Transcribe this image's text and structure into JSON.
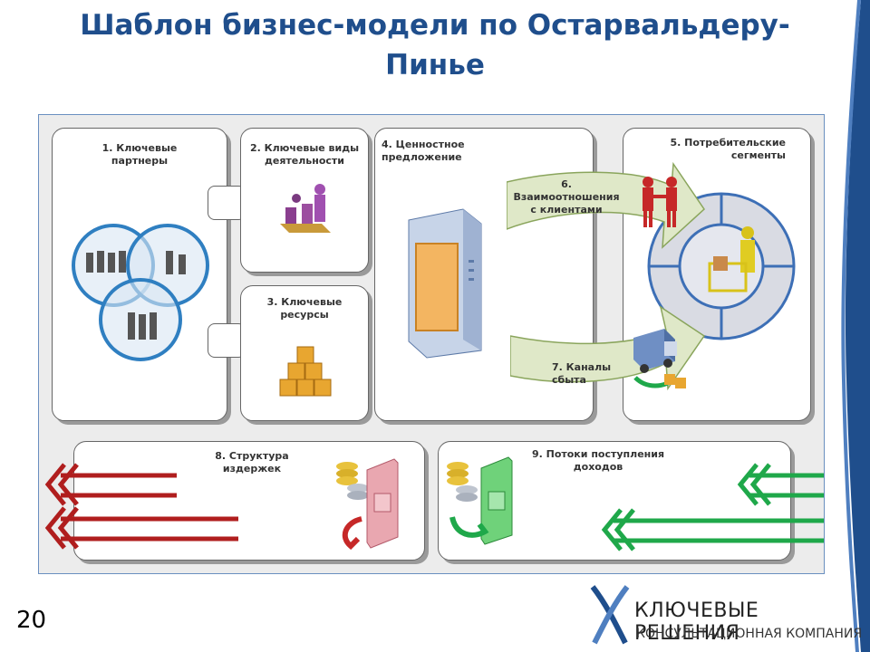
{
  "slide": {
    "title": "Шаблон бизнес-модели по Остарвальдеру-Пинье",
    "page_number": "20"
  },
  "canvas": {
    "key_partners": "1. Ключевые партнеры",
    "key_activities": "2. Ключевые виды деятельности",
    "key_resources": "3. Ключевые ресурсы",
    "value_proposition": "4. Ценностное предложение",
    "customer_segments": "5. Потребительские сегменты",
    "customer_relationships": "6. Взаимоотношения с клиентами",
    "channels": "7. Каналы сбыта",
    "cost_structure": "8. Структура издержек",
    "revenue_streams": "9. Потоки поступления доходов"
  },
  "logo": {
    "name": "КЛЮЧЕВЫЕ РЕШЕНИЯ",
    "tagline": "КОНСУЛЬТАЦИОННАЯ КОМПАНИЯ"
  },
  "colors": {
    "title": "#1f4e8c",
    "cost_arrows": "#b01e1e",
    "revenue_arrows": "#1fa84a",
    "partner_circles": "#2f7fc1"
  }
}
